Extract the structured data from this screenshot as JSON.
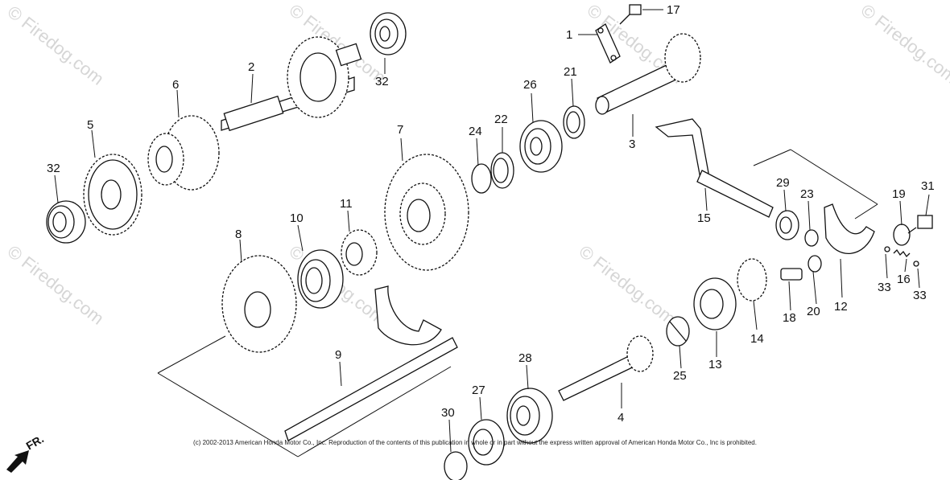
{
  "watermark": "© Firedog.com",
  "copyright": "(c) 2002-2013 American Honda Motor Co., Inc. Reproduction of the contents of this publication in whole or in part without the express written approval of American Honda Motor Co., Inc is prohibited.",
  "direction_label": "FR.",
  "callouts": {
    "c1": "1",
    "c2": "2",
    "c3": "3",
    "c4": "4",
    "c5": "5",
    "c6": "6",
    "c7": "7",
    "c8": "8",
    "c9": "9",
    "c10": "10",
    "c11": "11",
    "c12": "12",
    "c13": "13",
    "c14": "14",
    "c15": "15",
    "c16": "16",
    "c17": "17",
    "c18": "18",
    "c19": "19",
    "c20": "20",
    "c21": "21",
    "c22": "22",
    "c23": "23",
    "c24": "24",
    "c25": "25",
    "c26": "26",
    "c27": "27",
    "c28": "28",
    "c29": "29",
    "c30": "30",
    "c31": "31",
    "c32a": "32",
    "c32b": "32",
    "c33a": "33",
    "c33b": "33"
  }
}
